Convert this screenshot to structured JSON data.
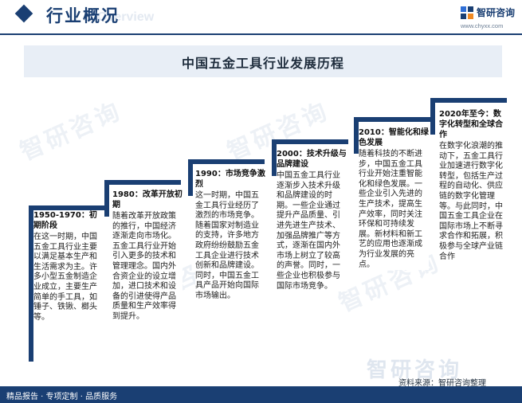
{
  "header": {
    "title": "行业概况",
    "subtitle_en": "Overview",
    "logo_name": "智研咨询",
    "logo_url": "www.chyxx.com"
  },
  "banner": {
    "title": "中国五金工具行业发展历程"
  },
  "stages": [
    {
      "title": "1950-1970：初期阶段",
      "body": "在这一时期，中国五金工具行业主要以满足基本生产和生活需求为主。许多小型五金制造企业成立，主要生产简单的手工具，如锤子、铁锹、榔头等。"
    },
    {
      "title": "1980：改革开放初期",
      "body": "随着改革开放政策的推行，中国经济逐渐走向市场化。五金工具行业开始引入更多的技术和管理理念。国内外合资企业的设立增加，进口技术和设备的引进使得产品质量和生产效率得到提升。"
    },
    {
      "title": "1990：市场竞争激烈",
      "body": "这一时期，中国五金工具行业经历了激烈的市场竞争。随着国家对制造业的支持，许多地方政府纷纷鼓励五金工具企业进行技术创新和品牌建设。同时，中国五金工具产品开始向国际市场输出。"
    },
    {
      "title": "2000：技术升级与品牌建设",
      "body": "中国五金工具行业逐渐步入技术升级和品牌建设的时期。一些企业通过提升产品质量、引进先进生产技术、加强品牌推广等方式，逐渐在国内外市场上树立了较高的声誉。同时，一些企业也积极参与国际市场竞争。"
    },
    {
      "title": "2010：智能化和绿色发展",
      "body": "随着科技的不断进步，中国五金工具行业开始注重智能化和绿色发展。一些企业引入先进的生产技术，提高生产效率，同时关注环保和可持续发展。新材料和新工艺的应用也逐渐成为行业发展的亮点。"
    },
    {
      "title": "2020年至今：数字化转型和全球合作",
      "body": "在数字化浪潮的推动下，五金工具行业加速进行数字化转型，包括生产过程的自动化、供应链的数字化管理等。与此同时，中国五金工具企业在国际市场上不断寻求合作和拓展，积极参与全球产业链合作"
    }
  ],
  "watermark": {
    "text": "智研咨询"
  },
  "footer": {
    "source": "资料来源：智研咨询整理",
    "services": "精品报告 · 专项定制 · 品质服务"
  },
  "colors": {
    "primary": "#1a3f73",
    "banner_bg": "#e8eef6",
    "logo_blue": "#2f6fd6",
    "logo_orange": "#f08a24"
  }
}
